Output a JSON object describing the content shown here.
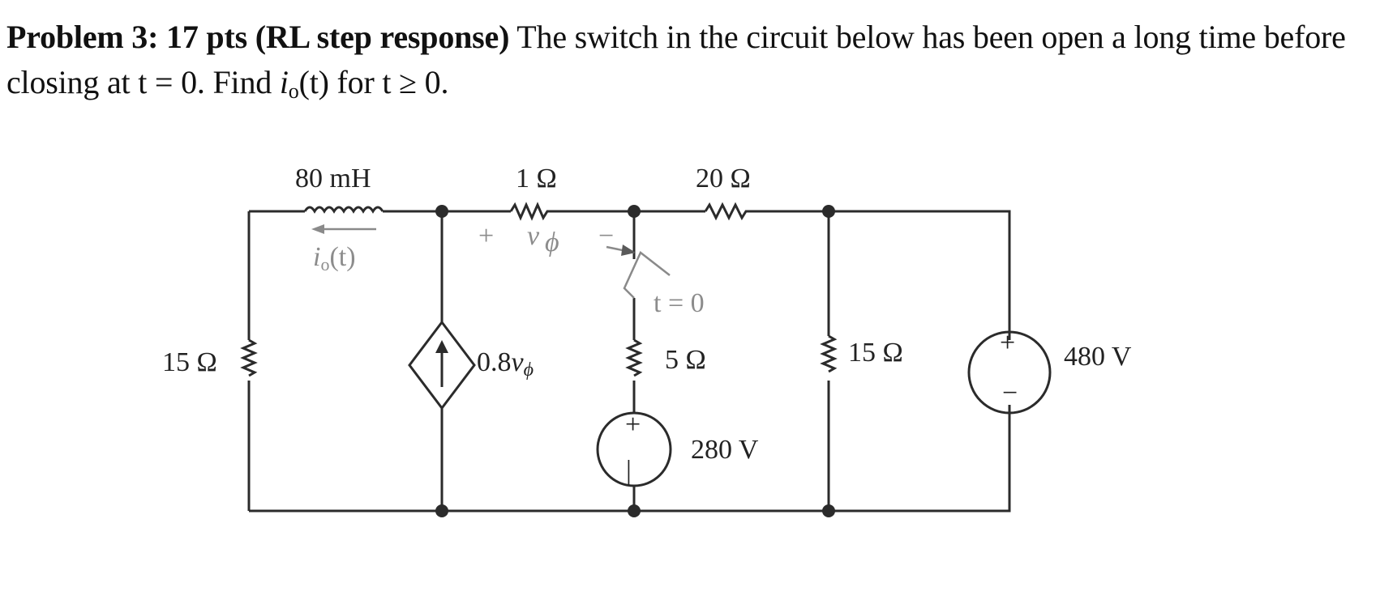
{
  "problem": {
    "heading": "Problem 3: 17 pts (RL step response)",
    "text_part1": " The switch in the circuit below has been open a long time before closing at t = 0. Find ",
    "symbol_i": "i",
    "symbol_sub": "o",
    "text_part2": "(t) for t ≥ 0."
  },
  "circuit": {
    "inductor_label": "80 mH",
    "r1_label": "1 Ω",
    "r20_label": "20 Ω",
    "r15_left_label": "15 Ω",
    "r5_label": "5 Ω",
    "r15_right_label": "15 Ω",
    "src280_label": "280 V",
    "src480_label": "480 V",
    "dep_coef": "0.8",
    "v_sym": "v",
    "phi_sym": "ϕ",
    "plus": "+",
    "minus": "−",
    "switch_time": "t = 0",
    "io_i": "i",
    "io_sub": "o",
    "io_t": "(t)"
  },
  "colors": {
    "ink": "#2b2b2b",
    "gray_annotation": "#8c8c8c"
  }
}
